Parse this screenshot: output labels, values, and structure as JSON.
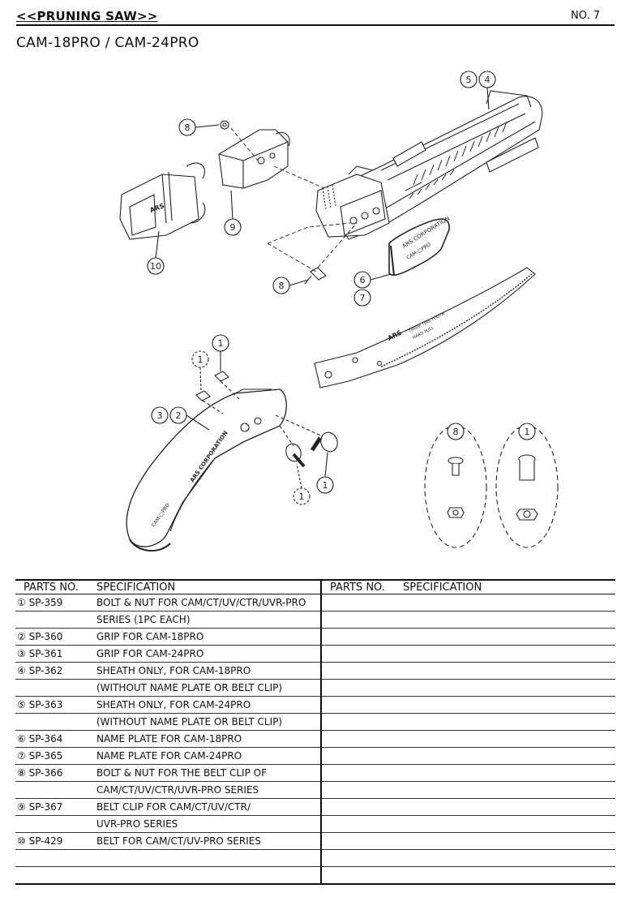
{
  "header": {
    "title": "<<PRUNING SAW>>",
    "page_number": "NO. 7"
  },
  "model_title": "CAM-18PRO / CAM-24PRO",
  "diagram": {
    "callouts": {
      "c5": "5",
      "c4": "4",
      "c8a": "8",
      "c9": "9",
      "c10": "10",
      "c8b": "8",
      "c6": "6",
      "c7": "7",
      "c1a": "1",
      "c1b": "1",
      "c3": "3",
      "c2": "2",
      "c1c": "1",
      "c1d": "1",
      "c8detail": "8",
      "c1detail": "1"
    },
    "product_text": {
      "belt_clip_logo": "ARS",
      "plate_line1": "ARS CORPORATION",
      "plate_line2": "CAM-□PRO",
      "blade_text1": "TRADE THIS TOOTH",
      "blade_text2": "HARD PULL",
      "blade_logo": "ARS",
      "grip_text1": "ARS CORPORATION",
      "grip_text2": "CAM-□PRO"
    }
  },
  "table": {
    "headers": {
      "parts_no": "PARTS NO.",
      "specification": "SPECIFICATION",
      "parts_no_2": "PARTS NO.",
      "specification_2": "SPECIFICATION"
    },
    "rows": [
      {
        "part": "① SP-359",
        "spec": "BOLT & NUT FOR CAM/CT/UV/CTR/UVR-PRO"
      },
      {
        "part": "",
        "spec": "SERIES (1PC EACH)"
      },
      {
        "part": "② SP-360",
        "spec": "GRIP FOR CAM-18PRO"
      },
      {
        "part": "③ SP-361",
        "spec": "GRIP FOR CAM-24PRO"
      },
      {
        "part": "④ SP-362",
        "spec": "SHEATH ONLY, FOR CAM-18PRO"
      },
      {
        "part": "",
        "spec": "(WITHOUT NAME PLATE OR BELT CLIP)"
      },
      {
        "part": "⑤ SP-363",
        "spec": "SHEATH ONLY, FOR CAM-24PRO"
      },
      {
        "part": "",
        "spec": "(WITHOUT NAME PLATE OR BELT CLIP)"
      },
      {
        "part": "⑥ SP-364",
        "spec": "NAME PLATE FOR CAM-18PRO"
      },
      {
        "part": "⑦ SP-365",
        "spec": "NAME PLATE FOR CAM-24PRO"
      },
      {
        "part": "⑧ SP-366",
        "spec": "BOLT & NUT FOR THE BELT CLIP OF"
      },
      {
        "part": "",
        "spec": "CAM/CT/UV/CTR/UVR-PRO SERIES"
      },
      {
        "part": "⑨ SP-367",
        "spec": "BELT CLIP FOR CAM/CT/UV/CTR/"
      },
      {
        "part": "",
        "spec": "UVR-PRO SERIES"
      },
      {
        "part": "⑩ SP-429",
        "spec": "BELT FOR CAM/CT/UV-PRO SERIES"
      },
      {
        "part": "",
        "spec": ""
      },
      {
        "part": "",
        "spec": ""
      }
    ]
  }
}
